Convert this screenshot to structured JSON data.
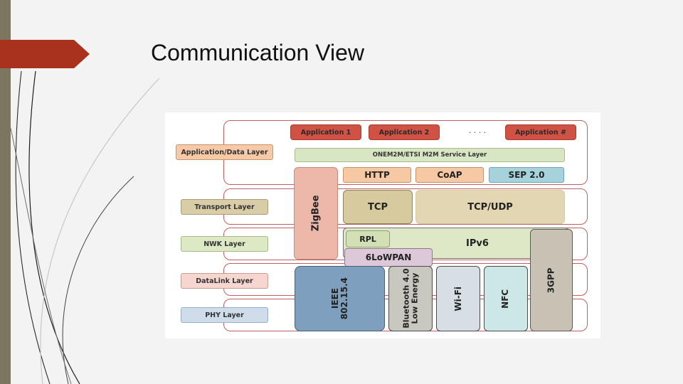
{
  "slide": {
    "title": "Communication View",
    "colors": {
      "accent": "#a8321e",
      "sidebar": "#7b7660",
      "band_border": "#c26060"
    }
  },
  "diagram": {
    "layer_labels": [
      "Application/Data Layer",
      "Transport Layer",
      "NWK Layer",
      "DataLink Layer",
      "PHY Layer"
    ],
    "applications": [
      "Application 1",
      "Application 2",
      "Application #"
    ],
    "ellipsis": "· · · ·",
    "service_layer": "ONEM2M/ETSI M2M Service Layer",
    "protocols": {
      "http": "HTTP",
      "coap": "CoAP",
      "sep": "SEP 2.0"
    },
    "zigbee": "ZigBee",
    "tcp": "TCP",
    "tcp_udp": "TCP/UDP",
    "rpl": "RPL",
    "ipv6": "IPv6",
    "sixlowpan": "6LoWPAN",
    "ieee": {
      "line1": "IEEE",
      "line2": "802.15.4"
    },
    "bluetooth": {
      "line1": "Bluetooth 4.0",
      "line2": "Low Energy"
    },
    "wifi": "Wi-Fi",
    "nfc": "NFC",
    "threegpp": "3GPP"
  }
}
